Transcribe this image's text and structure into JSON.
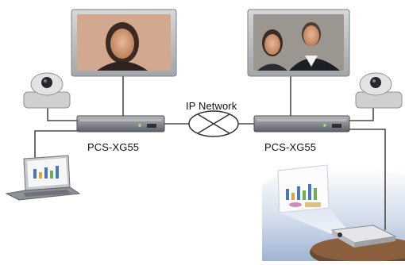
{
  "labels": {
    "codec_left": "PCS-XG55",
    "codec_right": "PCS-XG55",
    "network": "IP Network"
  },
  "colors": {
    "line": "#4a4a4a",
    "monitor_frame": "#b9bcbf",
    "codec_body": "#8b8f94",
    "camera_body": "#d8d9db",
    "room_bg": "#c9d6e8"
  },
  "icons": [
    "monitor-left-icon",
    "monitor-right-icon",
    "camera-left-icon",
    "camera-right-icon",
    "codec-left-icon",
    "codec-right-icon",
    "network-cloud-icon",
    "laptop-icon",
    "projector-icon",
    "projection-screen-icon"
  ]
}
